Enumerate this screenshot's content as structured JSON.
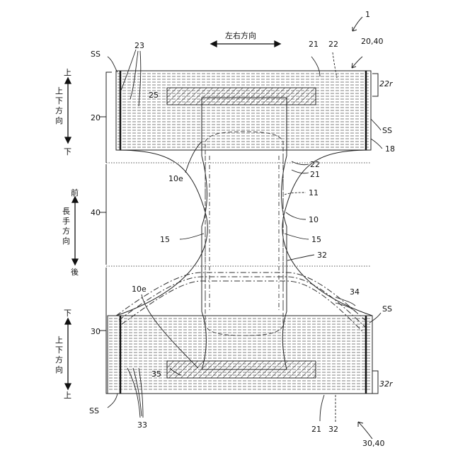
{
  "figure": {
    "ref_main": "1",
    "ref_front_group": "20,40",
    "ref_back_group": "30,40",
    "dir_lr": "左右方向",
    "dir_ud_top": [
      "上",
      "下",
      "方",
      "向"
    ],
    "dir_ud_bottom": [
      "上",
      "下",
      "方",
      "向"
    ],
    "dir_long": [
      "長",
      "手",
      "方",
      "向"
    ],
    "top_end_label": "上",
    "top_end_label2": "下",
    "front_label": "前",
    "back_label": "後",
    "bottom_end_label": "下",
    "bottom_end_label2": "上",
    "labels": {
      "ss_tl": "SS",
      "ss_tr": "SS",
      "ss_br": "SS",
      "ss_bl": "SS",
      "n23": "23",
      "n21_top": "21",
      "n22_top": "22",
      "n22r": "22r",
      "n25": "25",
      "n20": "20",
      "n18": "18",
      "n10e_top": "10e",
      "n22_mid": "22",
      "n21_mid": "21",
      "n11": "11",
      "n40": "40",
      "n10": "10",
      "n15_left": "15",
      "n15_right": "15",
      "n32_mid": "32",
      "n10e_bottom": "10e",
      "n34": "34",
      "n30": "30",
      "n35": "35",
      "n32r": "32r",
      "n33": "33",
      "n21_bot": "21",
      "n32_bot": "32"
    }
  }
}
